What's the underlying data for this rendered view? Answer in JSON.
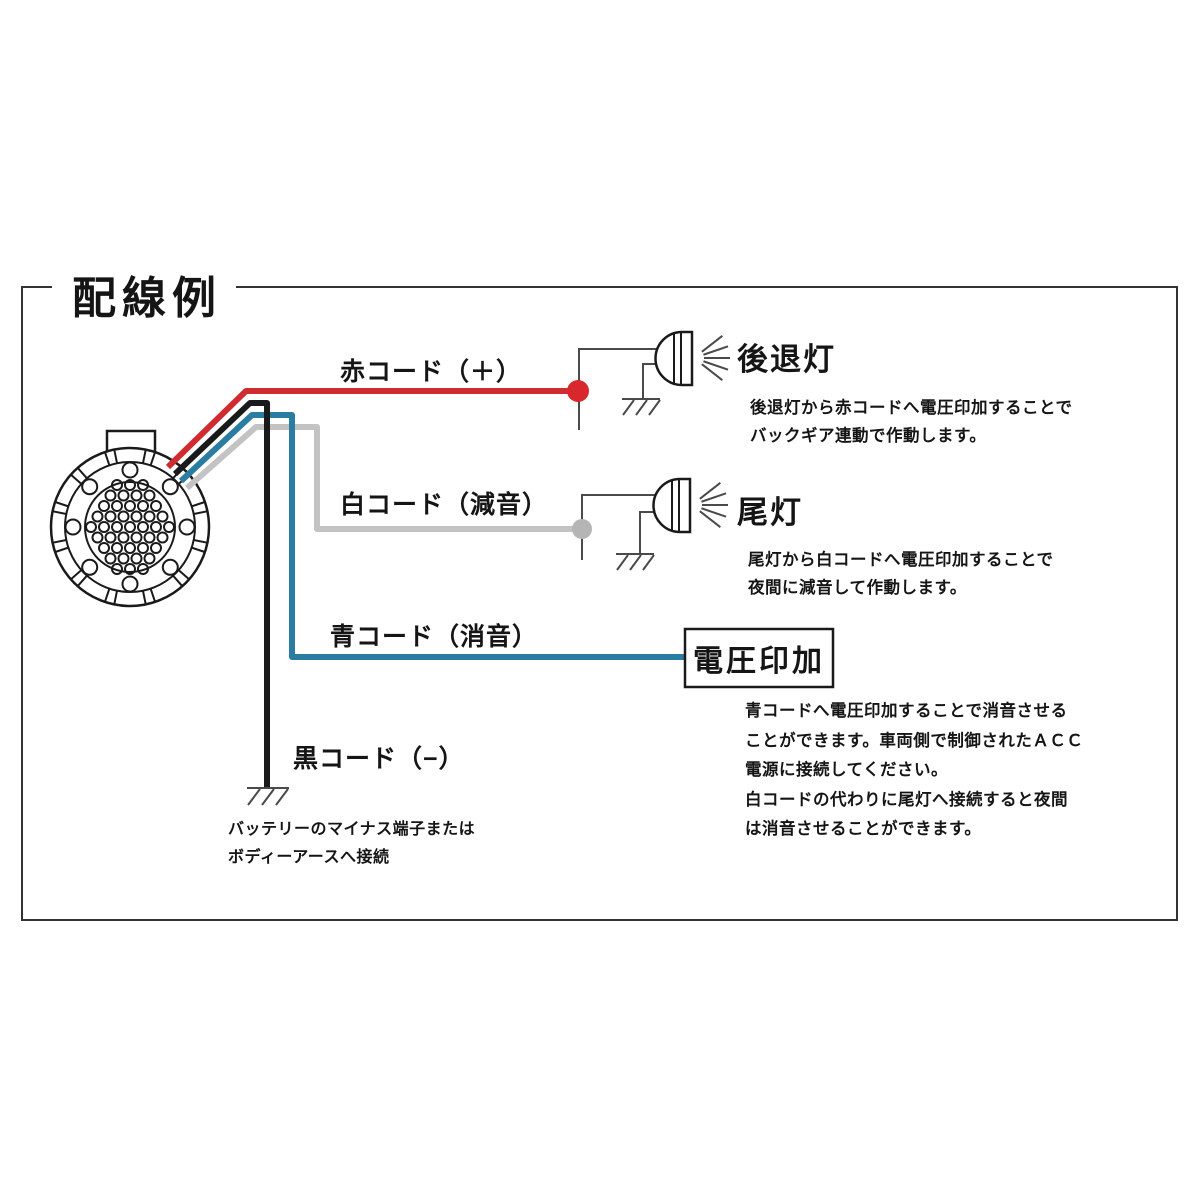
{
  "title": "配線例",
  "wires": {
    "red": {
      "label": "赤コード（＋）",
      "color": "#cf2b30"
    },
    "white": {
      "label": "白コード（減音）",
      "color": "#c3c3c3"
    },
    "blue": {
      "label": "青コード（消音）",
      "color": "#2a7da1"
    },
    "black": {
      "label": "黒コード（−）",
      "color": "#1a1a1a"
    }
  },
  "backup_light": {
    "title": "後退灯",
    "desc": [
      "後退灯から赤コードへ電圧印加することで",
      "バックギア連動で作動します。"
    ]
  },
  "tail_light": {
    "title": "尾灯",
    "desc": [
      "尾灯から白コードへ電圧印加することで",
      "夜間に減音して作動します。"
    ]
  },
  "voltage_box": {
    "label": "電圧印加",
    "desc": [
      "青コードへ電圧印加することで消音させる",
      "ことができます。車両側で制御されたＡＣＣ",
      "電源に接続してください。",
      "白コードの代わりに尾灯へ接続すると夜間",
      "は消音させることができます。"
    ]
  },
  "ground_note": [
    "バッテリーのマイナス端子または",
    "ボディーアースへ接続"
  ]
}
